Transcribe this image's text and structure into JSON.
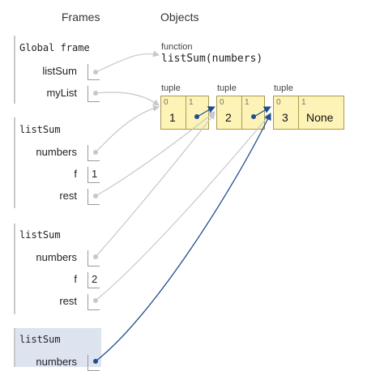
{
  "headers": {
    "frames": "Frames",
    "objects": "Objects"
  },
  "frames": [
    {
      "title": "Global frame",
      "vars": [
        {
          "name": "listSum",
          "value": ""
        },
        {
          "name": "myList",
          "value": ""
        }
      ]
    },
    {
      "title": "listSum",
      "vars": [
        {
          "name": "numbers",
          "value": ""
        },
        {
          "name": "f",
          "value": "1"
        },
        {
          "name": "rest",
          "value": ""
        }
      ]
    },
    {
      "title": "listSum",
      "vars": [
        {
          "name": "numbers",
          "value": ""
        },
        {
          "name": "f",
          "value": "2"
        },
        {
          "name": "rest",
          "value": ""
        }
      ]
    },
    {
      "title": "listSum",
      "vars": [
        {
          "name": "numbers",
          "value": ""
        }
      ]
    }
  ],
  "objects": {
    "function": {
      "type_label": "function",
      "signature": "listSum(numbers)"
    },
    "tuples": [
      {
        "type_label": "tuple",
        "cells": [
          {
            "index": "0",
            "value": "1"
          },
          {
            "index": "1",
            "value": ""
          }
        ]
      },
      {
        "type_label": "tuple",
        "cells": [
          {
            "index": "0",
            "value": "2"
          },
          {
            "index": "1",
            "value": ""
          }
        ]
      },
      {
        "type_label": "tuple",
        "cells": [
          {
            "index": "0",
            "value": "3"
          },
          {
            "index": "1",
            "value": "None"
          }
        ]
      }
    ]
  },
  "colors": {
    "arrow_inactive": "#c8c8c8",
    "arrow_active": "#1f4e8c",
    "tuple_bg": "#fdf3b6",
    "active_frame_bg": "#dde4f0"
  }
}
